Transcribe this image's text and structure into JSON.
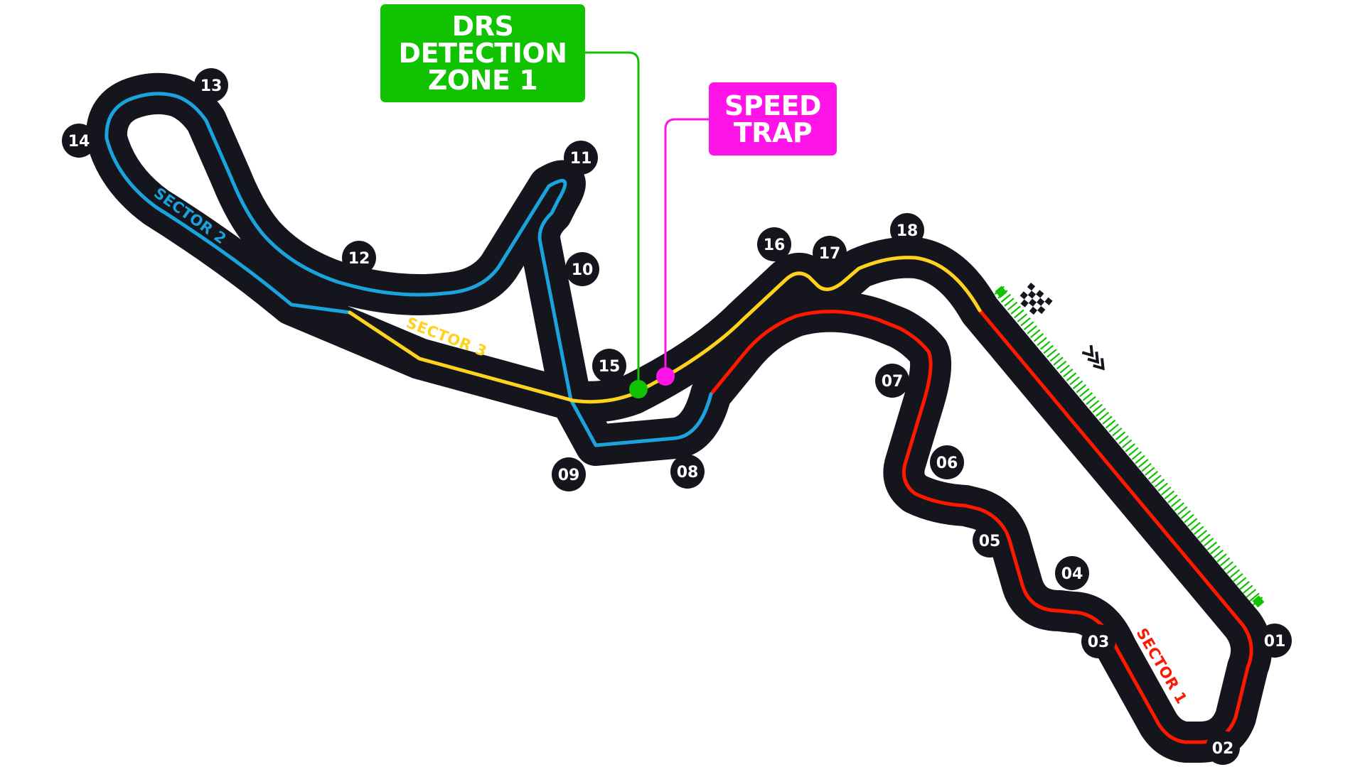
{
  "map": {
    "track_color": "#15151e",
    "turns": [
      "01",
      "02",
      "03",
      "04",
      "05",
      "06",
      "07",
      "08",
      "09",
      "10",
      "11",
      "12",
      "13",
      "14",
      "15",
      "16",
      "17",
      "18"
    ],
    "sectors": [
      {
        "label": "SECTOR 1",
        "color": "#ff1800"
      },
      {
        "label": "SECTOR 2",
        "color": "#1aa3dc"
      },
      {
        "label": "SECTOR 3",
        "color": "#ffd21e"
      }
    ],
    "drs_detection": {
      "line1": "DRS",
      "line2": "DETECTION",
      "line3": "ZONE 1",
      "color": "#10c200"
    },
    "speed_trap": {
      "line1": "SPEED",
      "line2": "TRAP",
      "color": "#ff14e8"
    },
    "icons": [
      "chequered-flag-icon",
      "direction-chevrons-icon"
    ]
  }
}
